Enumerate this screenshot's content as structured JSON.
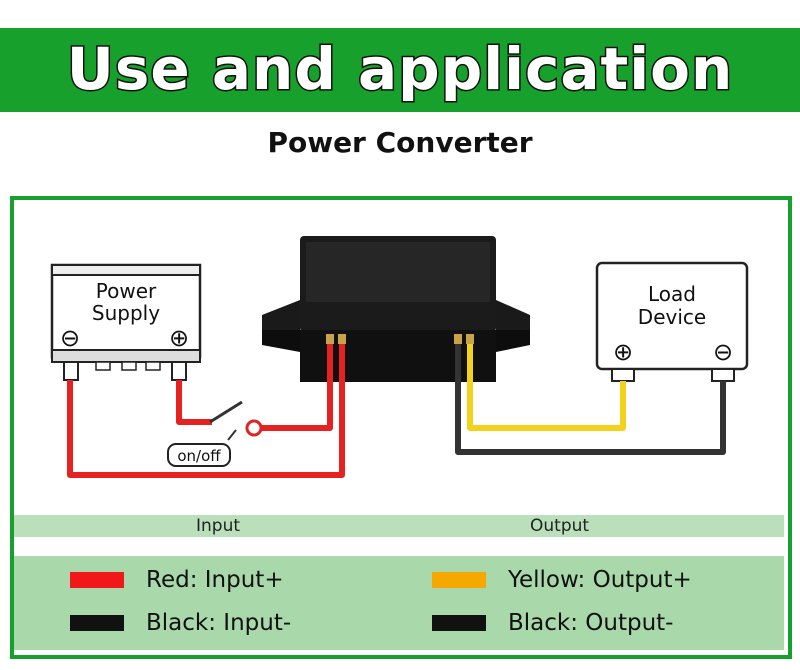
{
  "header": {
    "title": "Use and application"
  },
  "subtitle": "Power Converter",
  "diagram": {
    "power_supply": {
      "line1": "Power",
      "line2": "Supply",
      "minus": "⊖",
      "plus": "⊕"
    },
    "load_device": {
      "line1": "Load",
      "line2": "Device",
      "plus": "⊕",
      "minus": "⊖"
    },
    "switch_label": "on/off"
  },
  "io": {
    "input": "Input",
    "output": "Output"
  },
  "legend": [
    {
      "color": "#f01818",
      "label": "Red: Input+"
    },
    {
      "color": "#111111",
      "label": "Black: Input-"
    },
    {
      "color": "#f5a800",
      "label": "Yellow: Output+"
    },
    {
      "color": "#111111",
      "label": "Black: Output-"
    }
  ],
  "colors": {
    "accent_green": "#17a12c",
    "wire_red": "#e52121",
    "wire_yellow": "#f2d21a",
    "wire_black": "#333333"
  }
}
